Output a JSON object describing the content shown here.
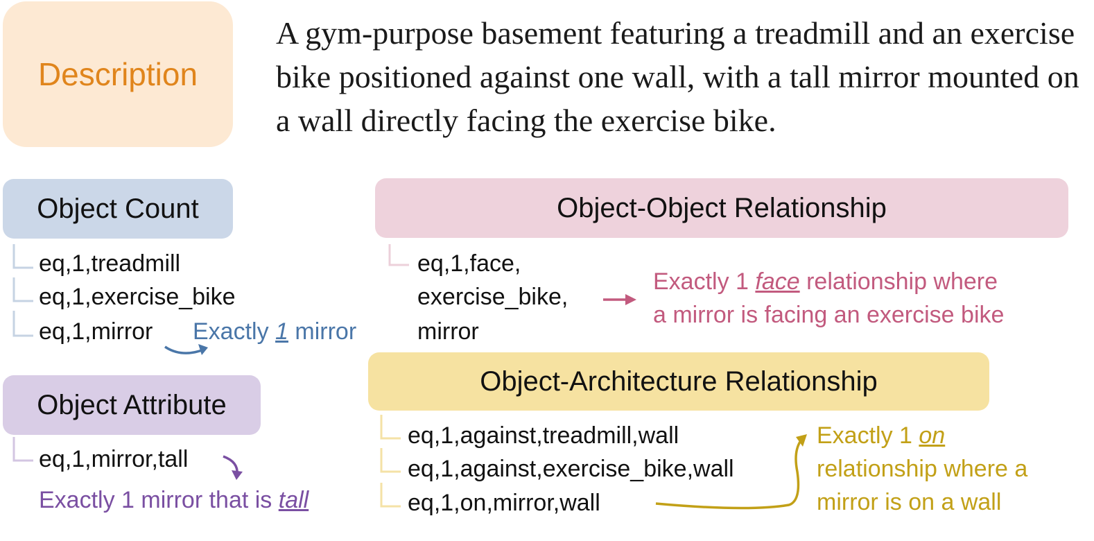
{
  "colors": {
    "description_bg": "#fde9d3",
    "description_fg": "#e0851c",
    "count_bg": "#cbd7e8",
    "count_fg": "#4a76a8",
    "count_line": "#c6d3e3",
    "attribute_bg": "#d9cde6",
    "attribute_fg": "#7a4fa2",
    "attribute_line": "#d3c6e2",
    "oo_bg": "#eed2dc",
    "oo_fg": "#c25a7e",
    "oo_line": "#ecd0da",
    "oa_bg": "#f6e2a1",
    "oa_fg": "#c2a017",
    "oa_line": "#f4e2a6"
  },
  "description": {
    "label": "Description",
    "text": "A gym-purpose basement featuring a treadmill and an exercise bike positioned against one wall, with a tall mirror mounted on a wall directly facing the exercise bike."
  },
  "object_count": {
    "label": "Object Count",
    "items": [
      "eq,1,treadmill",
      "eq,1,exercise_bike",
      "eq,1,mirror"
    ],
    "note": {
      "before": "Exactly ",
      "emph": "1",
      "after": " mirror"
    }
  },
  "object_attribute": {
    "label": "Object Attribute",
    "items": [
      "eq,1,mirror,tall"
    ],
    "note": {
      "before": "Exactly 1 mirror that is ",
      "emph": "tall",
      "after": ""
    }
  },
  "object_object": {
    "label": "Object-Object Relationship",
    "items": [
      "eq,1,face,",
      "exercise_bike,",
      "mirror"
    ],
    "note": {
      "before": "Exactly 1 ",
      "emph": "face",
      "after": " relationship where",
      "line2": "a mirror is facing an exercise bike"
    }
  },
  "object_architecture": {
    "label": "Object-Architecture Relationship",
    "items": [
      "eq,1,against,treadmill,wall",
      "eq,1,against,exercise_bike,wall",
      "eq,1,on,mirror,wall"
    ],
    "note": {
      "before": "Exactly 1 ",
      "emph": "on",
      "line2": "relationship where a",
      "line3": "mirror is on a wall"
    }
  }
}
